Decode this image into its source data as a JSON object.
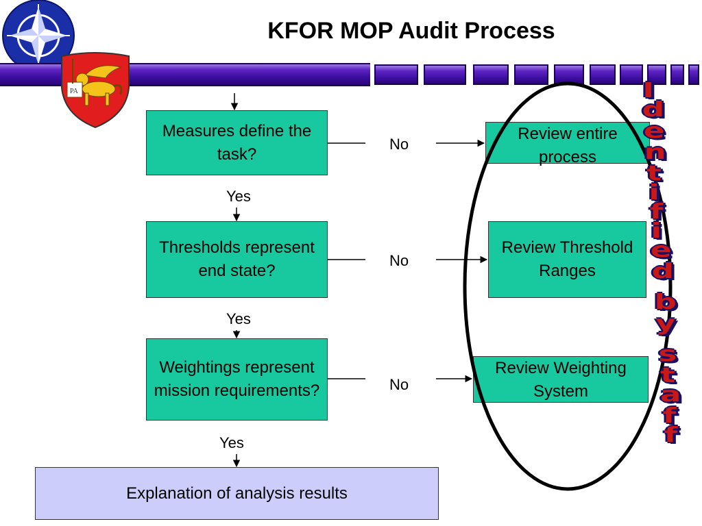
{
  "title": "KFOR MOP Audit Process",
  "decisions": [
    "Measures define the task?",
    "Thresholds represent end state?",
    "Weightings represent mission requirements?"
  ],
  "reviews": [
    "Review entire process",
    "Review Threshold Ranges",
    "Review Weighting System"
  ],
  "labels": {
    "yes": "Yes",
    "no": "No"
  },
  "result": "Explanation of analysis results",
  "side_text": "Identified by staff",
  "logos": {
    "nato_emblem": "nato-compass-star",
    "kfor_shield": "winged-lion-shield",
    "shield_letters": "PA"
  },
  "colors": {
    "box": "#18c9a0",
    "result": "#cccdfa",
    "band": "#3c0ea0",
    "side_text": "#c81818"
  }
}
